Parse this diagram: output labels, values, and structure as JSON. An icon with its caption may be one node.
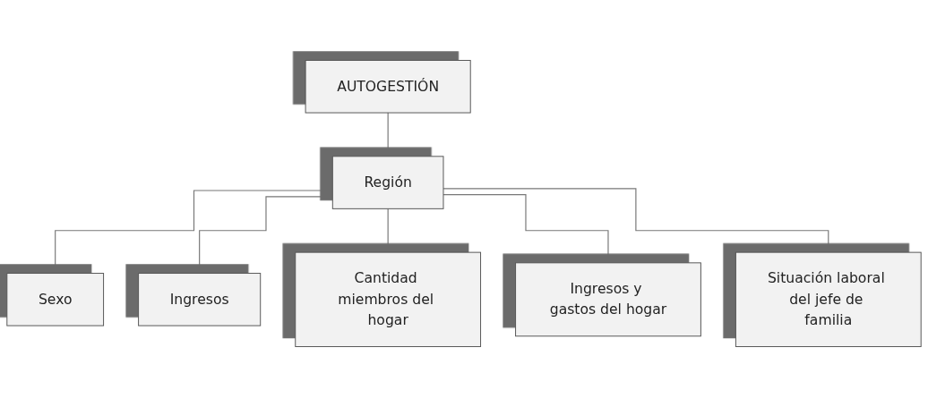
{
  "diagram": {
    "nodes": [
      {
        "text": [
          "AUTOGESTIÓN"
        ]
      },
      {
        "text": [
          "Región"
        ]
      },
      {
        "text": [
          "Sexo"
        ]
      },
      {
        "text": [
          "Ingresos"
        ]
      },
      {
        "text": [
          "Cantidad miembros del hogar"
        ]
      },
      {
        "text": [
          "Ingresos y gastos del hogar"
        ]
      },
      {
        "text": [
          "Situación laboral del jefe de familia"
        ]
      }
    ],
    "edges": [
      {
        "from": 0,
        "to": 1,
        "arrow": "none"
      },
      {
        "from": 1,
        "to": 2,
        "arrow": "none"
      },
      {
        "from": 1,
        "to": 3,
        "arrow": "none"
      },
      {
        "from": 1,
        "to": 4,
        "arrow": "none"
      },
      {
        "from": 1,
        "to": 5,
        "arrow": "none"
      },
      {
        "from": 1,
        "to": 6,
        "arrow": "none"
      }
    ]
  }
}
